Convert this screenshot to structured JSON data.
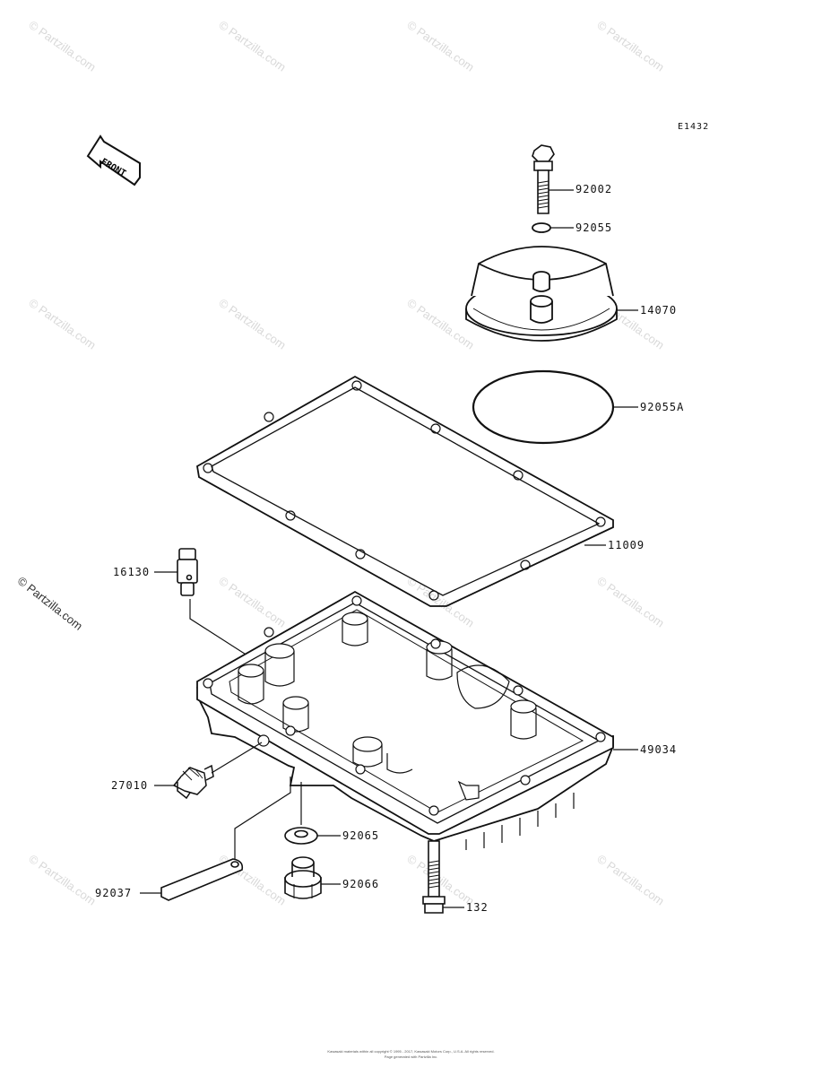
{
  "diagram_id": "E1432",
  "front_label": "FRONT",
  "watermark": "© Partzilla.com",
  "side_watermark": "© Partzilla.com",
  "footer": {
    "line1": "Kawasaki materials within all copyright © 1995 - 2017, Kawasaki Motors Corp., U.S.A. All rights reserved.",
    "line2": "Page generated with Partzilla Inc."
  },
  "parts": {
    "p92002": "92002",
    "p92055": "92055",
    "p14070": "14070",
    "p92055A": "92055A",
    "p11009": "11009",
    "p16130": "16130",
    "p49034": "49034",
    "p27010": "27010",
    "p92065": "92065",
    "p92066": "92066",
    "p92037": "92037",
    "p132": "132"
  }
}
